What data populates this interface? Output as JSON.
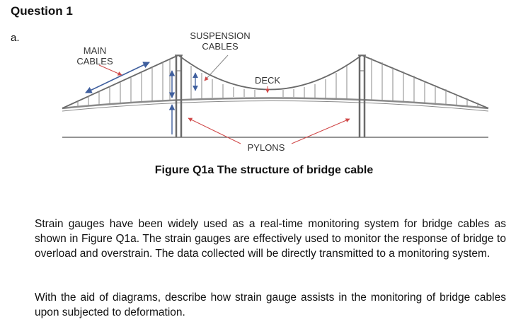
{
  "question": {
    "title": "Question 1",
    "part": "a."
  },
  "figure": {
    "labels": {
      "main_cables_line1": "MAIN",
      "main_cables_line2": "CABLES",
      "suspension_line1": "SUSPENSION",
      "suspension_line2": "CABLES",
      "deck": "DECK",
      "pylons": "PYLONS"
    },
    "colors": {
      "structure": "#707070",
      "deck": "#8a8a8a",
      "blue_arrow": "#3f5f9e",
      "red_arrow": "#d04848"
    },
    "caption": "Figure Q1a The structure of bridge cable"
  },
  "body": {
    "paragraph1": "Strain gauges have been widely used as a real-time monitoring system for bridge cables as shown in Figure Q1a. The strain gauges are effectively used to monitor the response of bridge to overload and overstrain. The data collected will be directly transmitted to a monitoring system.",
    "paragraph2": "With the aid of diagrams, describe how strain gauge assists in the monitoring of bridge cables upon subjected to deformation."
  }
}
